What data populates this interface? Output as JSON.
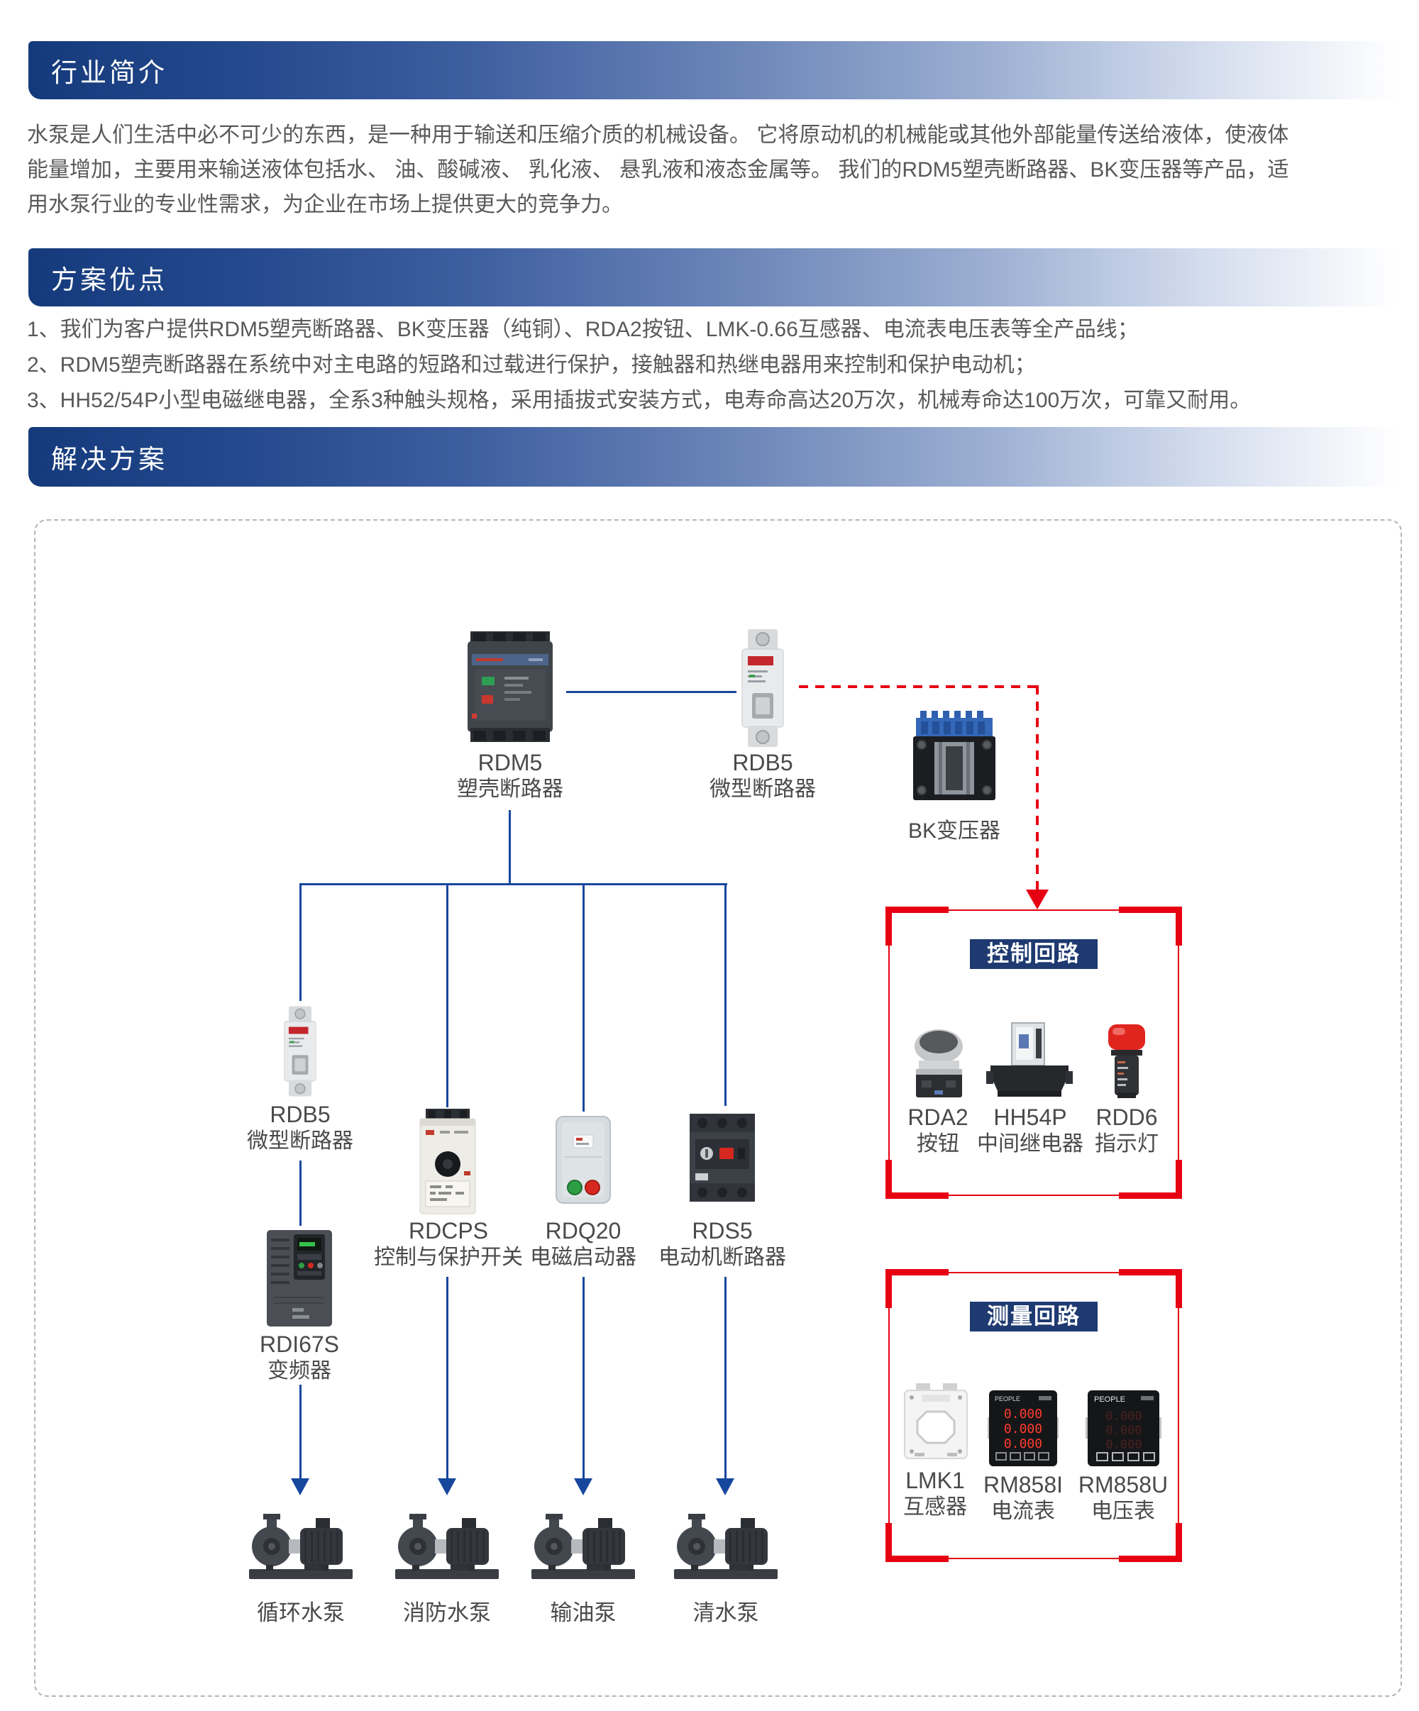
{
  "palette": {
    "banner_dark": "#143a7c",
    "accent_blue": "#17479d",
    "accent_red": "#e60012",
    "box_title_bg": "#1e3a70",
    "body_text": "#58595b",
    "label_text": "#4a4a4a"
  },
  "sections": {
    "intro": {
      "title": "行业简介",
      "lines": [
        "水泵是人们生活中必不可少的东西，是一种用于输送和压缩介质的机械设备。 它将原动机的机械能或其他外部能量传送给液体，使液体",
        "能量增加，主要用来输送液体包括水、 油、酸碱液、 乳化液、 悬乳液和液态金属等。 我们的RDM5塑壳断路器、BK变压器等产品，适",
        "用水泵行业的专业性需求，为企业在市场上提供更大的竞争力。"
      ]
    },
    "advantages": {
      "title": "方案优点",
      "points": [
        "1、我们为客户提供RDM5塑壳断路器、BK变压器（纯铜）、RDA2按钮、LMK-0.66互感器、电流表电压表等全产品线；",
        "2、RDM5塑壳断路器在系统中对主电路的短路和过载进行保护，接触器和热继电器用来控制和保护电动机；",
        "3、HH52/54P小型电磁继电器，全系3种触头规格，采用插拔式安装方式，电寿命高达20万次，机械寿命达100万次，可靠又耐用。"
      ]
    },
    "solution": {
      "title": "解决方案"
    }
  },
  "diagram": {
    "groups": {
      "control": {
        "title": "控制回路"
      },
      "measure": {
        "title": "测量回路"
      }
    },
    "nodes": {
      "rdm5": {
        "model": "RDM5",
        "desc": "塑壳断路器"
      },
      "rdb5_top": {
        "model": "RDB5",
        "desc": "微型断路器"
      },
      "bk": {
        "label": "BK变压器"
      },
      "rdb5_mid": {
        "model": "RDB5",
        "desc": "微型断路器"
      },
      "rdcps": {
        "model": "RDCPS",
        "desc": "控制与保护开关"
      },
      "rdq20": {
        "model": "RDQ20",
        "desc": "电磁启动器"
      },
      "rds5": {
        "model": "RDS5",
        "desc": "电动机断路器"
      },
      "rdi67s": {
        "model": "RDI67S",
        "desc": "变频器"
      },
      "rda2": {
        "model": "RDA2",
        "desc": "按钮"
      },
      "hh54p": {
        "model": "HH54P",
        "desc": "中间继电器"
      },
      "rdd6": {
        "model": "RDD6",
        "desc": "指示灯"
      },
      "lmk1": {
        "model": "LMK1",
        "desc": "互感器"
      },
      "rm858i": {
        "model": "RM858I",
        "desc": "电流表",
        "brand": "PEOPLE",
        "display_value": "0.000"
      },
      "rm858u": {
        "model": "RM858U",
        "desc": "电压表",
        "brand": "PEOPLE",
        "display_value": "0.000"
      }
    },
    "pumps": [
      {
        "label": "循环水泵"
      },
      {
        "label": "消防水泵"
      },
      {
        "label": "输油泵"
      },
      {
        "label": "清水泵"
      }
    ]
  }
}
